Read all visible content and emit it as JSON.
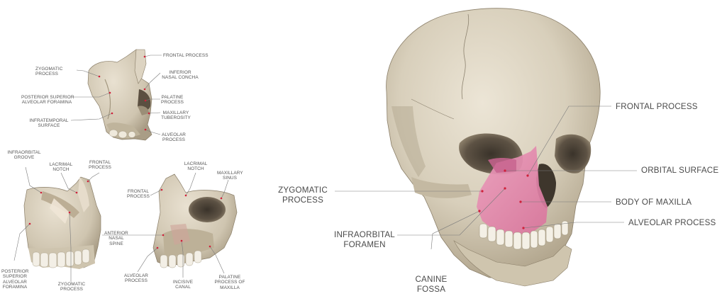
{
  "views": {
    "posterior": {
      "labels": {
        "zygomatic_process": [
          "ZYGOMATIC",
          "PROCESS"
        ],
        "frontal_process": [
          "FRONTAL PROCESS"
        ],
        "inferior_nasal_concha": [
          "INFERIOR",
          "NASAL CONCHA"
        ],
        "posterior_superior_alveolar_foramina": [
          "POSTERIOR SUPERIOR",
          "ALVEOLAR FORAMINA"
        ],
        "palatine_process": [
          "PALATINE",
          "PROCESS"
        ],
        "maxillary_tuberosity": [
          "MAXILLARY",
          "TUBEROSITY"
        ],
        "infratemporal_surface": [
          "INFRATEMPORAL",
          "SURFACE"
        ],
        "alveolar_process": [
          "ALVEOLAR",
          "PROCESS"
        ]
      }
    },
    "lateral": {
      "labels": {
        "infraorbital_groove": [
          "INFRAORBITAL",
          "GROOVE"
        ],
        "lacrimal_notch": [
          "LACRIMAL",
          "NOTCH"
        ],
        "frontal_process": [
          "FRONTAL",
          "PROCESS"
        ],
        "posterior_superior_alveolar_foramina": [
          "POSTERIOR",
          "SUPERIOR",
          "ALVEOLAR",
          "FORAMINA"
        ],
        "zygomatic_process": [
          "ZYGOMATIC",
          "PROCESS"
        ]
      }
    },
    "medial": {
      "labels": {
        "lacrimal_notch": [
          "LACRIMAL",
          "NOTCH"
        ],
        "maxillary_sinus": [
          "MAXILLARY",
          "SINUS"
        ],
        "frontal_process": [
          "FRONTAL",
          "PROCESS"
        ],
        "anterior_nasal_spine": [
          "ANTERIOR",
          "NASAL",
          "SPINE"
        ],
        "alveolar_process": [
          "ALVEOLAR",
          "PROCESS"
        ],
        "incisive_canal": [
          "INCISIVE",
          "CANAL"
        ],
        "palatine_process_of_maxilla": [
          "PALATINE",
          "PROCESS OF",
          "MAXILLA"
        ]
      }
    },
    "skull": {
      "labels": {
        "frontal_process": [
          "FRONTAL PROCESS"
        ],
        "orbital_surface": [
          "ORBITAL SURFACE"
        ],
        "zygomatic_process": [
          "ZYGOMATIC",
          "PROCESS"
        ],
        "body_of_maxilla": [
          "BODY OF MAXILLA"
        ],
        "alveolar_process": [
          "ALVEOLAR PROCESS"
        ],
        "infraorbital_foramen": [
          "INFRAORBITAL",
          "FORAMEN"
        ],
        "canine_fossa": [
          "CANINE",
          "FOSSA"
        ]
      }
    }
  },
  "colors": {
    "bone": "#d8cfbd",
    "bone_shadow": "#a89c86",
    "maxilla_highlight": "#e58fb0",
    "marker": "#d0203a",
    "leader": "#666666"
  }
}
